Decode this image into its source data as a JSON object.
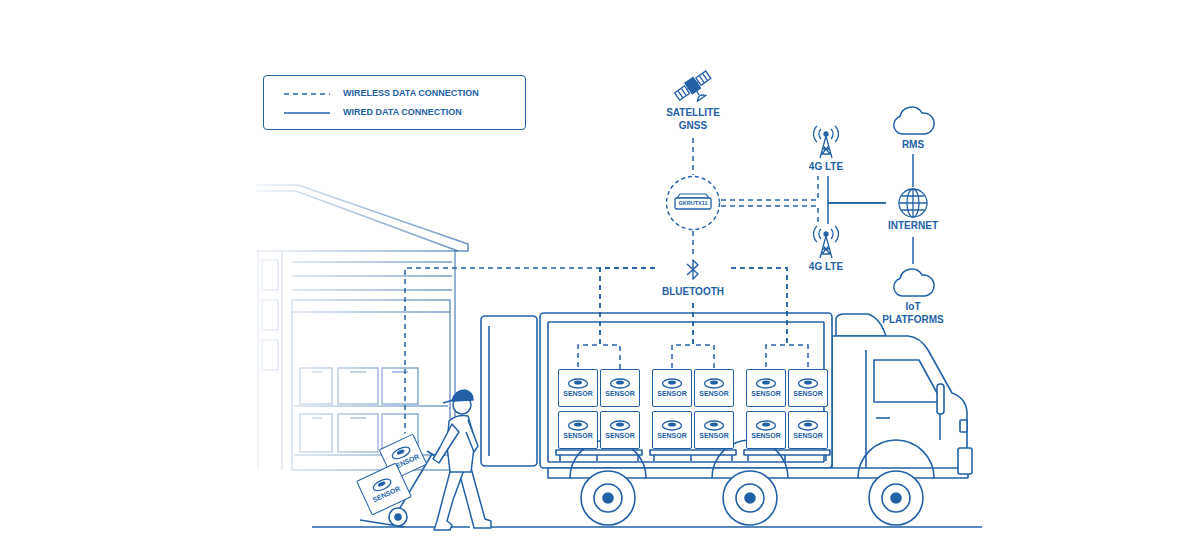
{
  "diagram": {
    "nodes": [
      {
        "text": [
          "SATELLITE GNSS"
        ]
      },
      {
        "text": [
          "RMS"
        ]
      },
      {
        "text": [
          "4G LTE"
        ]
      },
      {
        "text": [
          "GKRUTX11"
        ]
      },
      {
        "text": [
          "INTERNET"
        ]
      },
      {
        "text": [
          "4G LTE"
        ]
      },
      {
        "text": [
          "BLUETOOTH"
        ]
      },
      {
        "text": [
          "IoT PLATFORMS"
        ]
      },
      {
        "text": [
          "SENSOR"
        ]
      },
      {
        "text": [
          "SENSOR"
        ]
      },
      {
        "text": [
          "SENSOR"
        ]
      },
      {
        "text": [
          "SENSOR"
        ]
      },
      {
        "text": [
          "SENSOR"
        ]
      },
      {
        "text": [
          "SENSOR"
        ]
      },
      {
        "text": [
          "SENSOR"
        ]
      },
      {
        "text": [
          "SENSOR"
        ]
      },
      {
        "text": [
          "SENSOR"
        ]
      },
      {
        "text": [
          "SENSOR"
        ]
      },
      {
        "text": [
          "SENSOR"
        ]
      },
      {
        "text": [
          "SENSOR"
        ]
      },
      {
        "text": [
          "SENSOR"
        ]
      },
      {
        "text": [
          "SENSOR"
        ]
      }
    ],
    "edges": [
      {
        "from": 0,
        "to": 3,
        "arrow": "none"
      },
      {
        "from": 3,
        "to": 2,
        "arrow": "none"
      },
      {
        "from": 3,
        "to": 5,
        "arrow": "none"
      },
      {
        "from": 2,
        "to": 4,
        "arrow": "none"
      },
      {
        "from": 5,
        "to": 4,
        "arrow": "none"
      },
      {
        "from": 1,
        "to": 4,
        "arrow": "none"
      },
      {
        "from": 4,
        "to": 7,
        "arrow": "none"
      },
      {
        "from": 3,
        "to": 6,
        "arrow": "none"
      },
      {
        "from": 6,
        "to": 8,
        "arrow": "none"
      },
      {
        "from": 6,
        "to": 9,
        "arrow": "none"
      },
      {
        "from": 6,
        "to": 10,
        "arrow": "none"
      },
      {
        "from": 6,
        "to": 11,
        "arrow": "none"
      },
      {
        "from": 6,
        "to": 12,
        "arrow": "none"
      },
      {
        "from": 6,
        "to": 13,
        "arrow": "none"
      },
      {
        "from": 6,
        "to": 20,
        "arrow": "none"
      }
    ],
    "legend": [
      {
        "text": "WIRELESS DATA CONNECTION"
      },
      {
        "text": "WIRED DATA CONNECTION"
      }
    ]
  }
}
